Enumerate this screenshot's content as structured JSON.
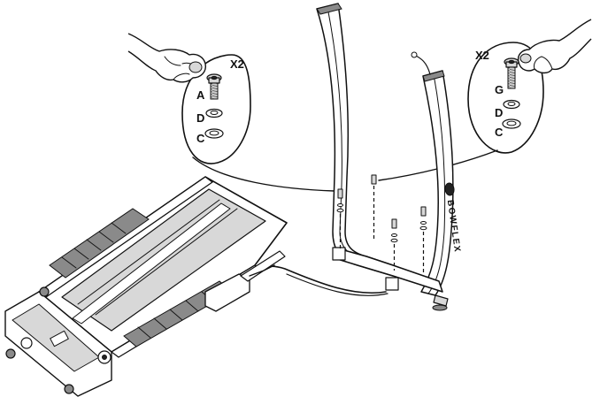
{
  "left_callout": {
    "quantity": "X2",
    "parts": [
      "A",
      "D",
      "C"
    ]
  },
  "right_callout": {
    "quantity": "X2",
    "parts": [
      "G",
      "D",
      "C"
    ]
  },
  "upright_brand": "BOWFLEX",
  "colors": {
    "line": "#111111",
    "shade": "#d8d8d8",
    "background": "#ffffff"
  }
}
